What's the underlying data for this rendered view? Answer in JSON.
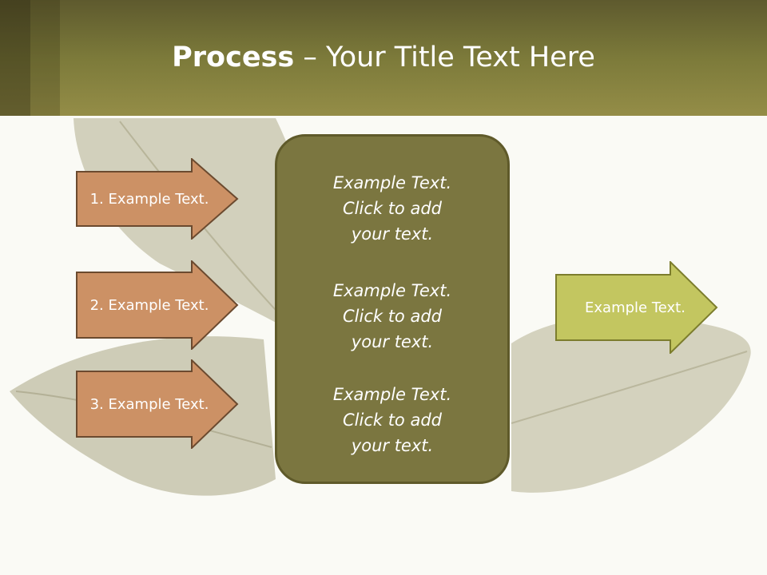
{
  "title": {
    "bold": "Process",
    "rest": " – Your Title Text Here"
  },
  "left_steps": [
    {
      "label": "1. Example Text."
    },
    {
      "label": "2. Example Text."
    },
    {
      "label": "3. Example Text."
    }
  ],
  "center_blocks": [
    {
      "line1": "Example Text.",
      "line2": "Click  to add",
      "line3": "your text."
    },
    {
      "line1": "Example Text.",
      "line2": "Click  to add",
      "line3": "your text."
    },
    {
      "line1": "Example Text.",
      "line2": "Click  to add",
      "line3": "your text."
    }
  ],
  "output": {
    "label": "Example Text."
  },
  "colors": {
    "header": "#7c7a3a",
    "step_arrow": "#cc9165",
    "center_box": "#7b7640",
    "output_arrow": "#c3c660"
  }
}
